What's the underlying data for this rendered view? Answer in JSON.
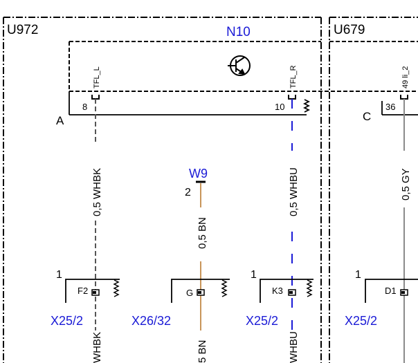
{
  "modules": {
    "left": "U972",
    "right": "U679",
    "inner": "N10"
  },
  "connectors": {
    "A": {
      "label": "A",
      "pin_left": "8",
      "pin_right": "10",
      "sig_left": "TFL_L",
      "sig_right": "TFL_R"
    },
    "C": {
      "label": "C",
      "pin": "36",
      "sig": "49 li_2"
    },
    "W9": {
      "label": "W9",
      "pin": "2"
    }
  },
  "wires": {
    "w1": "0,5 WHBK",
    "w2": "0,5 BN",
    "w3": "0,5 WHBU",
    "w4": "0,5 GY",
    "b1": "WHBK",
    "b2": "5 BN",
    "b3": "WHBU"
  },
  "lower_connectors": [
    {
      "pin_num": "1",
      "term": "F2",
      "name": "X25/2"
    },
    {
      "pin_num": "",
      "term": "G",
      "name": "X26/32"
    },
    {
      "pin_num": "1",
      "term": "K3",
      "name": "X25/2"
    },
    {
      "pin_num": "1",
      "term": "D1",
      "name": "X25/2"
    }
  ],
  "colors": {
    "label_blue": "#1a1ad6",
    "wire_brown": "#c8955a",
    "wire_gray": "#8a8a8a",
    "wire_blue": "#1a1ad6",
    "wire_black": "#444444"
  }
}
